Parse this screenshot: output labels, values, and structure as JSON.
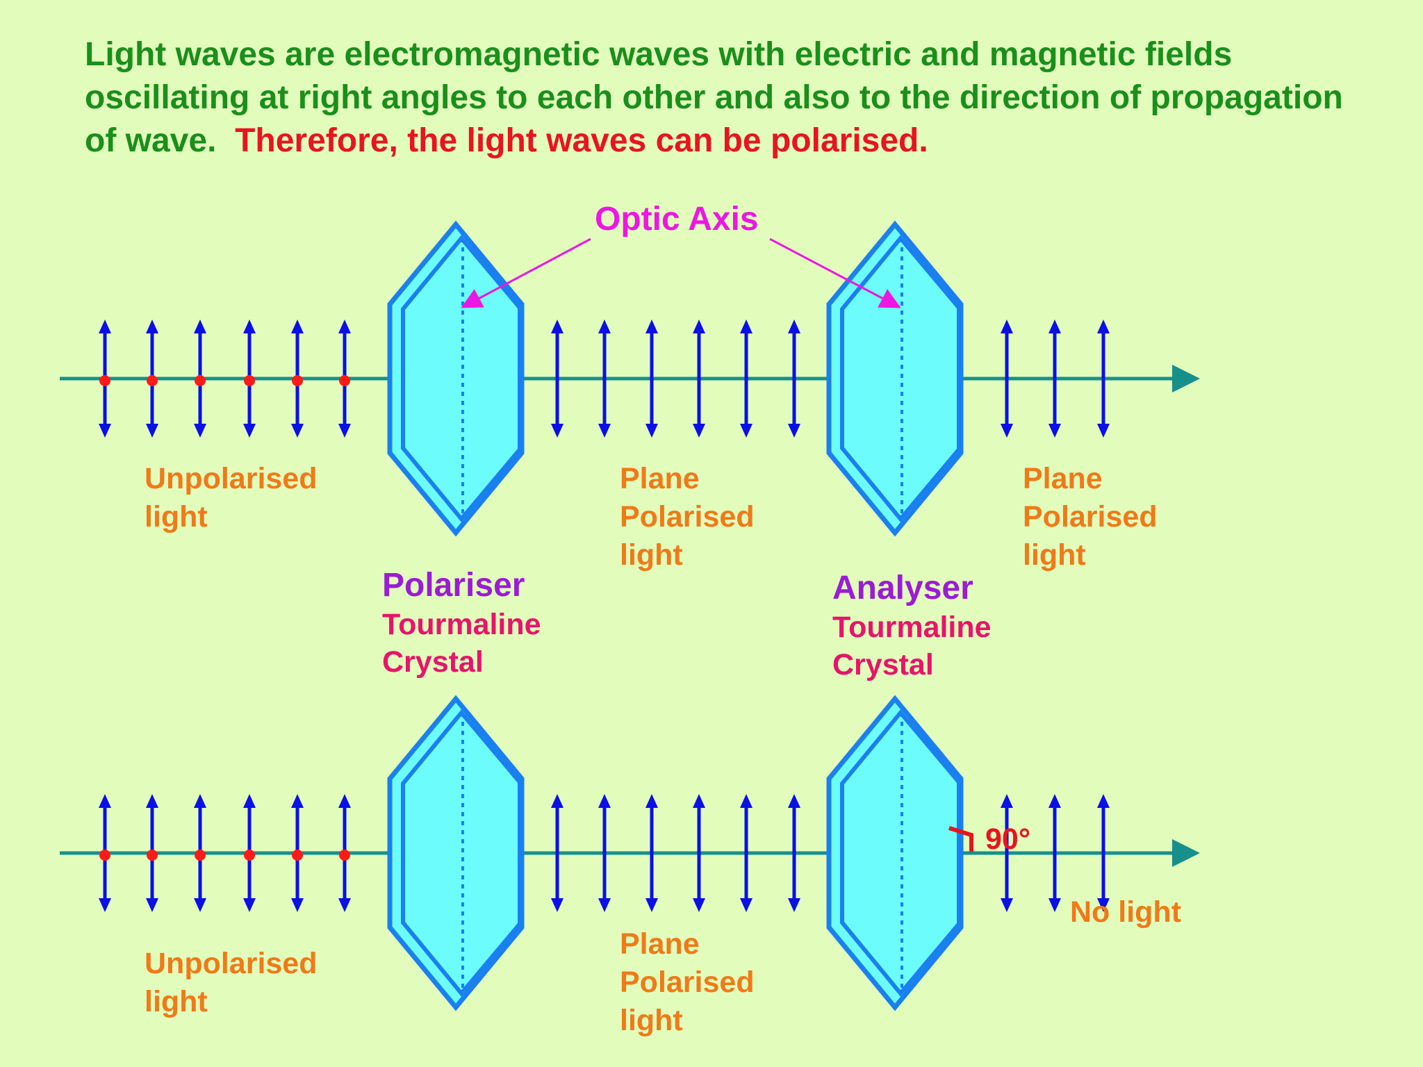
{
  "intro": {
    "text": "Light waves are electromagnetic waves with electric and magnetic fields oscillating at right angles to each other and also to the direction of propagation of wave.",
    "emphasis": "Therefore, the light waves can be polarised."
  },
  "optic_axis_label": "Optic Axis",
  "labels": {
    "unpolarised_1": "Unpolarised",
    "unpolarised_2": "light",
    "plane_1": "Plane",
    "plane_2": "Polarised",
    "plane_3": "light",
    "polariser": "Polariser",
    "analyser": "Analyser",
    "crystal_1": "Tourmaline",
    "crystal_2": "Crystal",
    "angle": "90°",
    "no_light": "No light"
  },
  "colors": {
    "background": "#e2fcbc",
    "intro_text": "#1a8f1a",
    "emphasis_text": "#e8141e",
    "light_label": "#f07a18",
    "device_name": "#9a1cd6",
    "crystal_name": "#e8146a",
    "optic_axis": "#ee16e2",
    "axis_line": "#17908c",
    "vibration_arrow": "#0a10e6",
    "vibration_dot": "#ff1a1a",
    "crystal_fill": "#6cfcfc",
    "crystal_edge": "#1a80f0"
  }
}
